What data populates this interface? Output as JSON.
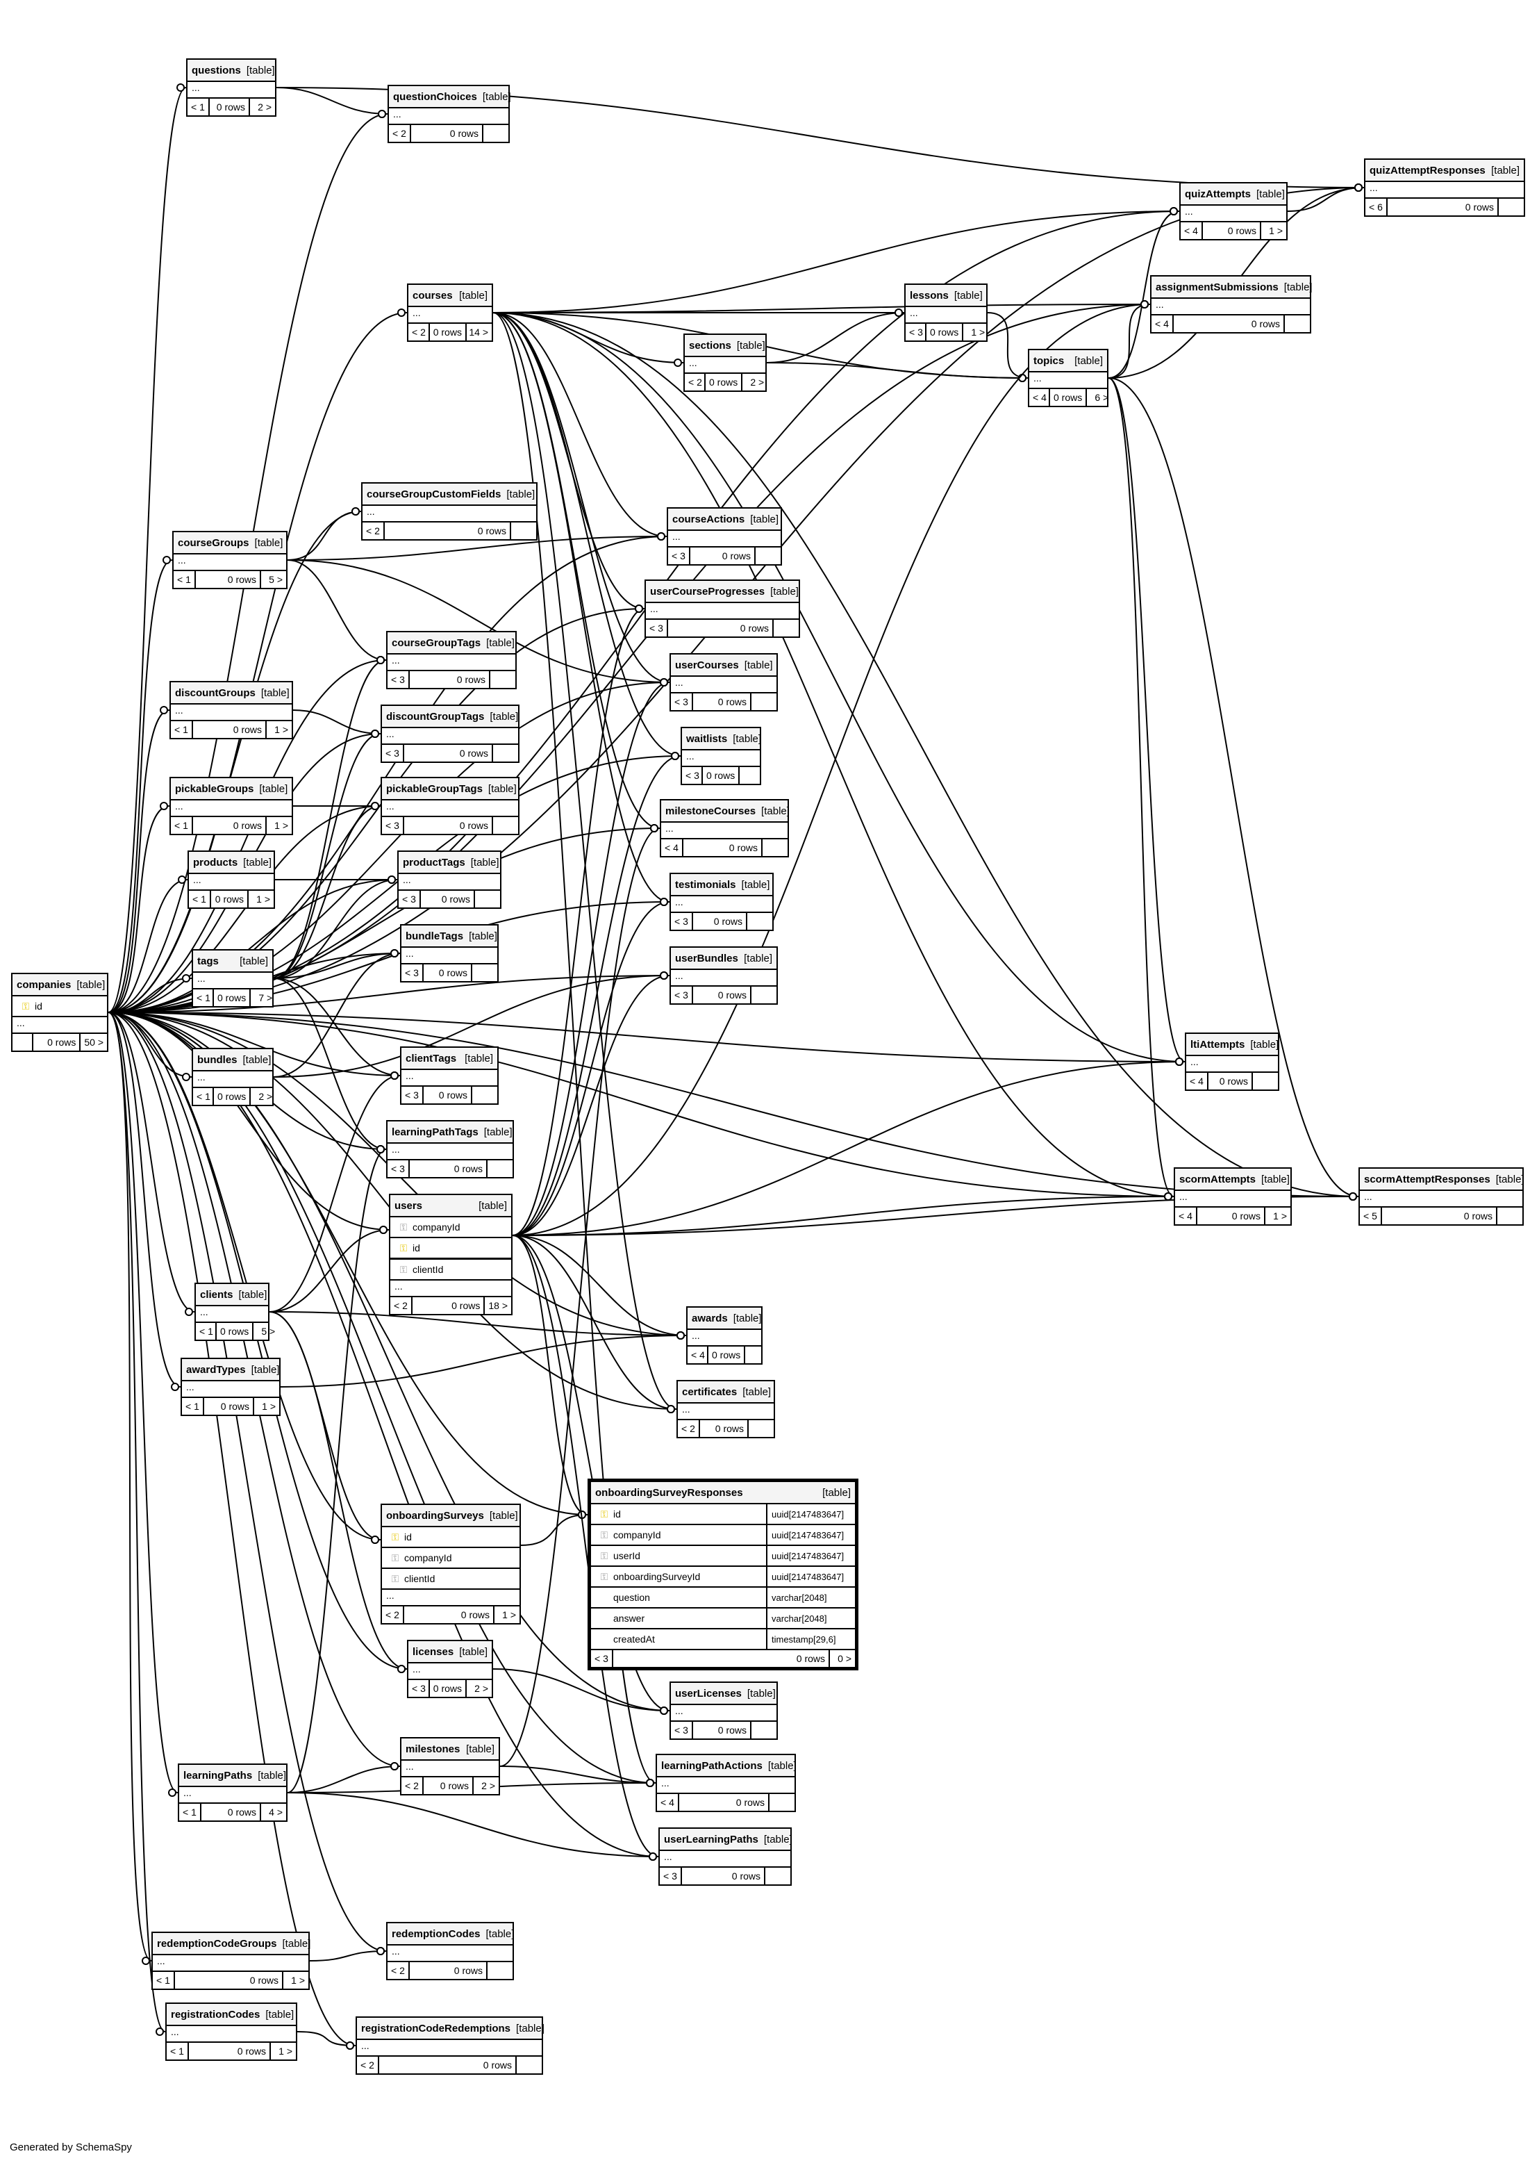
{
  "footer_text": "Generated by SchemaSpy",
  "tables": [
    {
      "id": "companies",
      "name": "companies",
      "type": "[table]",
      "columns": [
        {
          "name": "id",
          "key": "pk"
        }
      ],
      "parents": "",
      "rows": "0 rows",
      "children": "50 >"
    },
    {
      "id": "questions",
      "name": "questions",
      "type": "[table]",
      "columns": [],
      "parents": "< 1",
      "rows": "0 rows",
      "children": "2 >"
    },
    {
      "id": "questionChoices",
      "name": "questionChoices",
      "type": "[table]",
      "columns": [],
      "parents": "< 2",
      "rows": "0 rows",
      "children": ""
    },
    {
      "id": "courses",
      "name": "courses",
      "type": "[table]",
      "columns": [],
      "parents": "< 2",
      "rows": "0 rows",
      "children": "14 >"
    },
    {
      "id": "lessons",
      "name": "lessons",
      "type": "[table]",
      "columns": [],
      "parents": "< 3",
      "rows": "0 rows",
      "children": "1 >"
    },
    {
      "id": "sections",
      "name": "sections",
      "type": "[table]",
      "columns": [],
      "parents": "< 2",
      "rows": "0 rows",
      "children": "2 >"
    },
    {
      "id": "topics",
      "name": "topics",
      "type": "[table]",
      "columns": [],
      "parents": "< 4",
      "rows": "0 rows",
      "children": "6 >"
    },
    {
      "id": "quizAttempts",
      "name": "quizAttempts",
      "type": "[table]",
      "columns": [],
      "parents": "< 4",
      "rows": "0 rows",
      "children": "1 >"
    },
    {
      "id": "quizAttemptResponses",
      "name": "quizAttemptResponses",
      "type": "[table]",
      "columns": [],
      "parents": "< 6",
      "rows": "0 rows",
      "children": ""
    },
    {
      "id": "assignmentSubmissions",
      "name": "assignmentSubmissions",
      "type": "[table]",
      "columns": [],
      "parents": "< 4",
      "rows": "0 rows",
      "children": ""
    },
    {
      "id": "courseGroupCustomFields",
      "name": "courseGroupCustomFields",
      "type": "[table]",
      "columns": [],
      "parents": "< 2",
      "rows": "0 rows",
      "children": ""
    },
    {
      "id": "courseGroups",
      "name": "courseGroups",
      "type": "[table]",
      "columns": [],
      "parents": "< 1",
      "rows": "0 rows",
      "children": "5 >"
    },
    {
      "id": "courseActions",
      "name": "courseActions",
      "type": "[table]",
      "columns": [],
      "parents": "< 3",
      "rows": "0 rows",
      "children": ""
    },
    {
      "id": "userCourseProgresses",
      "name": "userCourseProgresses",
      "type": "[table]",
      "columns": [],
      "parents": "< 3",
      "rows": "0 rows",
      "children": ""
    },
    {
      "id": "courseGroupTags",
      "name": "courseGroupTags",
      "type": "[table]",
      "columns": [],
      "parents": "< 3",
      "rows": "0 rows",
      "children": ""
    },
    {
      "id": "userCourses",
      "name": "userCourses",
      "type": "[table]",
      "columns": [],
      "parents": "< 3",
      "rows": "0 rows",
      "children": ""
    },
    {
      "id": "discountGroups",
      "name": "discountGroups",
      "type": "[table]",
      "columns": [],
      "parents": "< 1",
      "rows": "0 rows",
      "children": "1 >"
    },
    {
      "id": "discountGroupTags",
      "name": "discountGroupTags",
      "type": "[table]",
      "columns": [],
      "parents": "< 3",
      "rows": "0 rows",
      "children": ""
    },
    {
      "id": "waitlists",
      "name": "waitlists",
      "type": "[table]",
      "columns": [],
      "parents": "< 3",
      "rows": "0 rows",
      "children": ""
    },
    {
      "id": "pickableGroups",
      "name": "pickableGroups",
      "type": "[table]",
      "columns": [],
      "parents": "< 1",
      "rows": "0 rows",
      "children": "1 >"
    },
    {
      "id": "pickableGroupTags",
      "name": "pickableGroupTags",
      "type": "[table]",
      "columns": [],
      "parents": "< 3",
      "rows": "0 rows",
      "children": ""
    },
    {
      "id": "milestoneCourses",
      "name": "milestoneCourses",
      "type": "[table]",
      "columns": [],
      "parents": "< 4",
      "rows": "0 rows",
      "children": ""
    },
    {
      "id": "products",
      "name": "products",
      "type": "[table]",
      "columns": [],
      "parents": "< 1",
      "rows": "0 rows",
      "children": "1 >"
    },
    {
      "id": "productTags",
      "name": "productTags",
      "type": "[table]",
      "columns": [],
      "parents": "< 3",
      "rows": "0 rows",
      "children": ""
    },
    {
      "id": "testimonials",
      "name": "testimonials",
      "type": "[table]",
      "columns": [],
      "parents": "< 3",
      "rows": "0 rows",
      "children": ""
    },
    {
      "id": "bundleTags",
      "name": "bundleTags",
      "type": "[table]",
      "columns": [],
      "parents": "< 3",
      "rows": "0 rows",
      "children": ""
    },
    {
      "id": "tags",
      "name": "tags",
      "type": "[table]",
      "columns": [],
      "parents": "< 1",
      "rows": "0 rows",
      "children": "7 >"
    },
    {
      "id": "userBundles",
      "name": "userBundles",
      "type": "[table]",
      "columns": [],
      "parents": "< 3",
      "rows": "0 rows",
      "children": ""
    },
    {
      "id": "ltiAttempts",
      "name": "ltiAttempts",
      "type": "[table]",
      "columns": [],
      "parents": "< 4",
      "rows": "0 rows",
      "children": ""
    },
    {
      "id": "bundles",
      "name": "bundles",
      "type": "[table]",
      "columns": [],
      "parents": "< 1",
      "rows": "0 rows",
      "children": "2 >"
    },
    {
      "id": "clientTags",
      "name": "clientTags",
      "type": "[table]",
      "columns": [],
      "parents": "< 3",
      "rows": "0 rows",
      "children": ""
    },
    {
      "id": "learningPathTags",
      "name": "learningPathTags",
      "type": "[table]",
      "columns": [],
      "parents": "< 3",
      "rows": "0 rows",
      "children": ""
    },
    {
      "id": "scormAttempts",
      "name": "scormAttempts",
      "type": "[table]",
      "columns": [],
      "parents": "< 4",
      "rows": "0 rows",
      "children": "1 >"
    },
    {
      "id": "scormAttemptResponses",
      "name": "scormAttemptResponses",
      "type": "[table]",
      "columns": [],
      "parents": "< 5",
      "rows": "0 rows",
      "children": ""
    },
    {
      "id": "users",
      "name": "users",
      "type": "[table]",
      "columns": [
        {
          "name": "companyId",
          "key": "fk"
        },
        {
          "name": "id",
          "key": "pk"
        },
        {
          "name": "clientId",
          "key": "fk"
        }
      ],
      "parents": "< 2",
      "rows": "0 rows",
      "children": "18 >"
    },
    {
      "id": "clients",
      "name": "clients",
      "type": "[table]",
      "columns": [],
      "parents": "< 1",
      "rows": "0 rows",
      "children": "5 >"
    },
    {
      "id": "awards",
      "name": "awards",
      "type": "[table]",
      "columns": [],
      "parents": "< 4",
      "rows": "0 rows",
      "children": ""
    },
    {
      "id": "awardTypes",
      "name": "awardTypes",
      "type": "[table]",
      "columns": [],
      "parents": "< 1",
      "rows": "0 rows",
      "children": "1 >"
    },
    {
      "id": "certificates",
      "name": "certificates",
      "type": "[table]",
      "columns": [],
      "parents": "< 2",
      "rows": "0 rows",
      "children": ""
    },
    {
      "id": "onboardingSurveyResponses",
      "name": "onboardingSurveyResponses",
      "type": "[table]",
      "focus": true,
      "columns": [
        {
          "name": "id",
          "key": "pk",
          "type": "uuid[2147483647]"
        },
        {
          "name": "companyId",
          "key": "fk",
          "type": "uuid[2147483647]"
        },
        {
          "name": "userId",
          "key": "fk",
          "type": "uuid[2147483647]"
        },
        {
          "name": "onboardingSurveyId",
          "key": "fk",
          "type": "uuid[2147483647]"
        },
        {
          "name": "question",
          "key": "",
          "type": "varchar[2048]"
        },
        {
          "name": "answer",
          "key": "",
          "type": "varchar[2048]"
        },
        {
          "name": "createdAt",
          "key": "",
          "type": "timestamp[29,6]"
        }
      ],
      "parents": "< 3",
      "rows": "0 rows",
      "children": "0 >"
    },
    {
      "id": "onboardingSurveys",
      "name": "onboardingSurveys",
      "type": "[table]",
      "columns": [
        {
          "name": "id",
          "key": "pk"
        },
        {
          "name": "companyId",
          "key": "fk"
        },
        {
          "name": "clientId",
          "key": "fk"
        }
      ],
      "parents": "< 2",
      "rows": "0 rows",
      "children": "1 >"
    },
    {
      "id": "licenses",
      "name": "licenses",
      "type": "[table]",
      "columns": [],
      "parents": "< 3",
      "rows": "0 rows",
      "children": "2 >"
    },
    {
      "id": "userLicenses",
      "name": "userLicenses",
      "type": "[table]",
      "columns": [],
      "parents": "< 3",
      "rows": "0 rows",
      "children": ""
    },
    {
      "id": "milestones",
      "name": "milestones",
      "type": "[table]",
      "columns": [],
      "parents": "< 2",
      "rows": "0 rows",
      "children": "2 >"
    },
    {
      "id": "learningPaths",
      "name": "learningPaths",
      "type": "[table]",
      "columns": [],
      "parents": "< 1",
      "rows": "0 rows",
      "children": "4 >"
    },
    {
      "id": "learningPathActions",
      "name": "learningPathActions",
      "type": "[table]",
      "columns": [],
      "parents": "< 4",
      "rows": "0 rows",
      "children": ""
    },
    {
      "id": "userLearningPaths",
      "name": "userLearningPaths",
      "type": "[table]",
      "columns": [],
      "parents": "< 3",
      "rows": "0 rows",
      "children": ""
    },
    {
      "id": "redemptionCodeGroups",
      "name": "redemptionCodeGroups",
      "type": "[table]",
      "columns": [],
      "parents": "< 1",
      "rows": "0 rows",
      "children": "1 >"
    },
    {
      "id": "redemptionCodes",
      "name": "redemptionCodes",
      "type": "[table]",
      "columns": [],
      "parents": "< 2",
      "rows": "0 rows",
      "children": ""
    },
    {
      "id": "registrationCodes",
      "name": "registrationCodes",
      "type": "[table]",
      "columns": [],
      "parents": "< 1",
      "rows": "0 rows",
      "children": "1 >"
    },
    {
      "id": "registrationCodeRedemptions",
      "name": "registrationCodeRedemptions",
      "type": "[table]",
      "columns": [],
      "parents": "< 2",
      "rows": "0 rows",
      "children": ""
    }
  ],
  "relationships": [
    [
      "companies",
      "questions"
    ],
    [
      "companies",
      "questionChoices"
    ],
    [
      "questions",
      "questionChoices"
    ],
    [
      "questions",
      "quizAttemptResponses"
    ],
    [
      "companies",
      "courses"
    ],
    [
      "courses",
      "lessons"
    ],
    [
      "courses",
      "sections"
    ],
    [
      "courses",
      "topics"
    ],
    [
      "lessons",
      "topics"
    ],
    [
      "sections",
      "topics"
    ],
    [
      "sections",
      "lessons"
    ],
    [
      "companies",
      "quizAttempts"
    ],
    [
      "topics",
      "quizAttempts"
    ],
    [
      "courses",
      "quizAttempts"
    ],
    [
      "quizAttempts",
      "quizAttemptResponses"
    ],
    [
      "topics",
      "quizAttemptResponses"
    ],
    [
      "companies",
      "quizAttemptResponses"
    ],
    [
      "companies",
      "assignmentSubmissions"
    ],
    [
      "topics",
      "assignmentSubmissions"
    ],
    [
      "courses",
      "assignmentSubmissions"
    ],
    [
      "users",
      "assignmentSubmissions"
    ],
    [
      "companies",
      "courseGroups"
    ],
    [
      "companies",
      "courseGroupCustomFields"
    ],
    [
      "courseGroups",
      "courseGroupCustomFields"
    ],
    [
      "courseGroups",
      "courseGroupTags"
    ],
    [
      "courseGroups",
      "courseActions"
    ],
    [
      "courseGroups",
      "userCourses"
    ],
    [
      "companies",
      "courseActions"
    ],
    [
      "courses",
      "courseActions"
    ],
    [
      "companies",
      "userCourseProgresses"
    ],
    [
      "courses",
      "userCourseProgresses"
    ],
    [
      "users",
      "userCourseProgresses"
    ],
    [
      "companies",
      "courseGroupTags"
    ],
    [
      "tags",
      "courseGroupTags"
    ],
    [
      "companies",
      "userCourses"
    ],
    [
      "courses",
      "userCourses"
    ],
    [
      "users",
      "userCourses"
    ],
    [
      "companies",
      "discountGroups"
    ],
    [
      "discountGroups",
      "discountGroupTags"
    ],
    [
      "companies",
      "discountGroupTags"
    ],
    [
      "tags",
      "discountGroupTags"
    ],
    [
      "companies",
      "waitlists"
    ],
    [
      "courses",
      "waitlists"
    ],
    [
      "users",
      "waitlists"
    ],
    [
      "companies",
      "pickableGroups"
    ],
    [
      "pickableGroups",
      "pickableGroupTags"
    ],
    [
      "companies",
      "pickableGroupTags"
    ],
    [
      "tags",
      "pickableGroupTags"
    ],
    [
      "companies",
      "milestoneCourses"
    ],
    [
      "courses",
      "milestoneCourses"
    ],
    [
      "milestones",
      "milestoneCourses"
    ],
    [
      "companies",
      "products"
    ],
    [
      "products",
      "productTags"
    ],
    [
      "companies",
      "productTags"
    ],
    [
      "tags",
      "productTags"
    ],
    [
      "companies",
      "testimonials"
    ],
    [
      "courses",
      "testimonials"
    ],
    [
      "users",
      "testimonials"
    ],
    [
      "companies",
      "tags"
    ],
    [
      "companies",
      "bundleTags"
    ],
    [
      "tags",
      "bundleTags"
    ],
    [
      "bundles",
      "bundleTags"
    ],
    [
      "companies",
      "userBundles"
    ],
    [
      "bundles",
      "userBundles"
    ],
    [
      "users",
      "userBundles"
    ],
    [
      "companies",
      "ltiAttempts"
    ],
    [
      "topics",
      "ltiAttempts"
    ],
    [
      "courses",
      "ltiAttempts"
    ],
    [
      "users",
      "ltiAttempts"
    ],
    [
      "companies",
      "bundles"
    ],
    [
      "companies",
      "clientTags"
    ],
    [
      "tags",
      "clientTags"
    ],
    [
      "clients",
      "clientTags"
    ],
    [
      "companies",
      "learningPathTags"
    ],
    [
      "tags",
      "learningPathTags"
    ],
    [
      "learningPaths",
      "learningPathTags"
    ],
    [
      "companies",
      "scormAttempts"
    ],
    [
      "topics",
      "scormAttempts"
    ],
    [
      "courses",
      "scormAttempts"
    ],
    [
      "users",
      "scormAttempts"
    ],
    [
      "scormAttempts",
      "scormAttemptResponses"
    ],
    [
      "companies",
      "scormAttemptResponses"
    ],
    [
      "topics",
      "scormAttemptResponses"
    ],
    [
      "courses",
      "scormAttemptResponses"
    ],
    [
      "users",
      "scormAttemptResponses"
    ],
    [
      "companies",
      "users"
    ],
    [
      "clients",
      "users"
    ],
    [
      "companies",
      "clients"
    ],
    [
      "companies",
      "awards"
    ],
    [
      "users",
      "awards"
    ],
    [
      "awardTypes",
      "awards"
    ],
    [
      "clients",
      "awards"
    ],
    [
      "companies",
      "awardTypes"
    ],
    [
      "companies",
      "certificates"
    ],
    [
      "users",
      "certificates"
    ],
    [
      "courses",
      "certificates"
    ],
    [
      "companies",
      "onboardingSurveyResponses"
    ],
    [
      "users",
      "onboardingSurveyResponses"
    ],
    [
      "onboardingSurveys",
      "onboardingSurveyResponses"
    ],
    [
      "companies",
      "onboardingSurveys"
    ],
    [
      "clients",
      "onboardingSurveys"
    ],
    [
      "companies",
      "licenses"
    ],
    [
      "clients",
      "licenses"
    ],
    [
      "companies",
      "userLicenses"
    ],
    [
      "licenses",
      "userLicenses"
    ],
    [
      "users",
      "userLicenses"
    ],
    [
      "companies",
      "milestones"
    ],
    [
      "learningPaths",
      "milestones"
    ],
    [
      "companies",
      "learningPaths"
    ],
    [
      "companies",
      "learningPathActions"
    ],
    [
      "learningPaths",
      "learningPathActions"
    ],
    [
      "milestones",
      "learningPathActions"
    ],
    [
      "courses",
      "learningPathActions"
    ],
    [
      "companies",
      "userLearningPaths"
    ],
    [
      "learningPaths",
      "userLearningPaths"
    ],
    [
      "users",
      "userLearningPaths"
    ],
    [
      "companies",
      "redemptionCodeGroups"
    ],
    [
      "companies",
      "redemptionCodes"
    ],
    [
      "redemptionCodeGroups",
      "redemptionCodes"
    ],
    [
      "companies",
      "registrationCodes"
    ],
    [
      "registrationCodes",
      "registrationCodeRedemptions"
    ],
    [
      "companies",
      "registrationCodeRedemptions"
    ]
  ]
}
